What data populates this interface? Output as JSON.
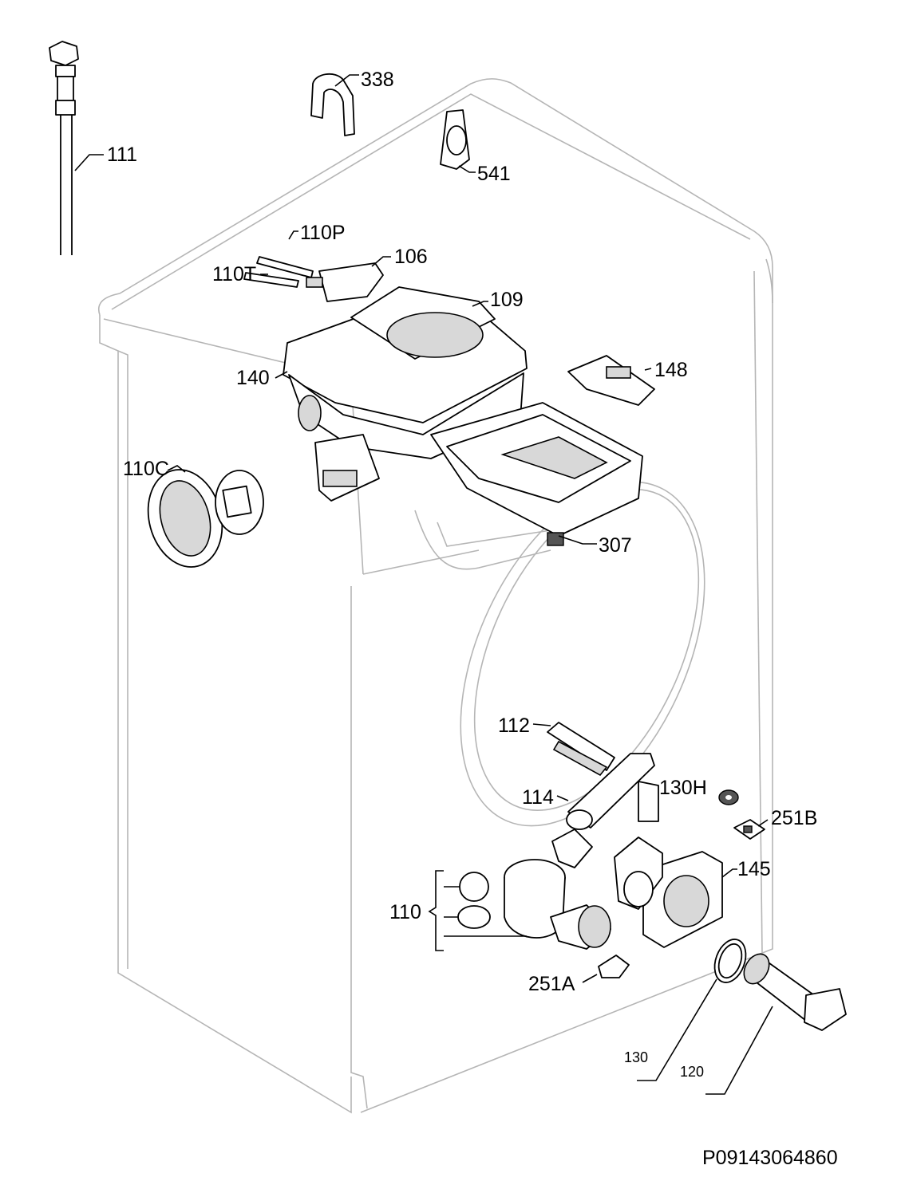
{
  "labels": {
    "l111": "111",
    "l338": "338",
    "l541": "541",
    "l110P": "110P",
    "l110T": "110T",
    "l106": "106",
    "l109": "109",
    "l140": "140",
    "l148": "148",
    "l110C": "110C",
    "l307": "307",
    "l112": "112",
    "l114": "114",
    "l130H": "130H",
    "l251B": "251B",
    "l145": "145",
    "l110": "110",
    "l251A": "251A",
    "l130": "130",
    "l120": "120"
  },
  "document_id": "P09143064860"
}
